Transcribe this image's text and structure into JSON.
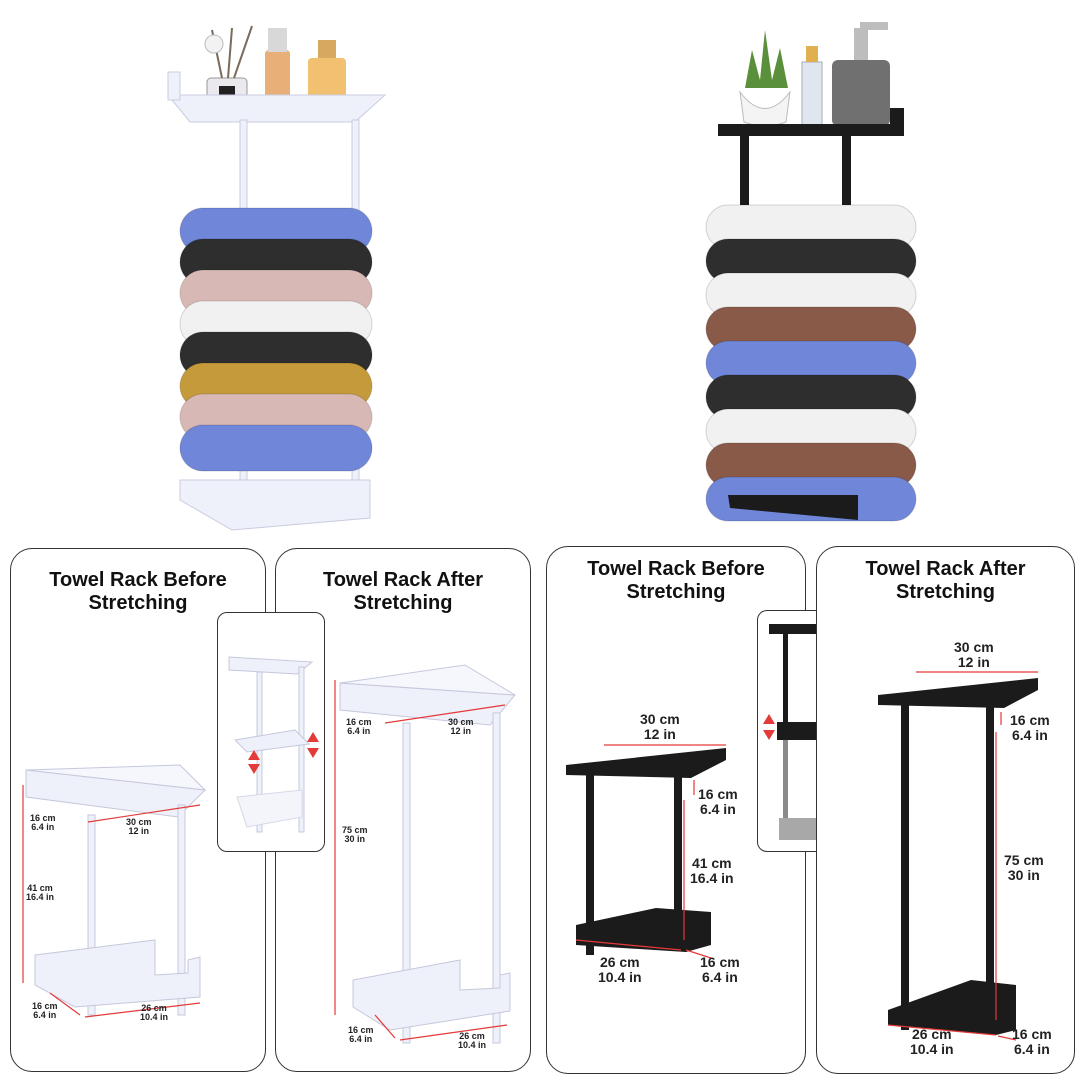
{
  "colors": {
    "red_line": "#e33a3a",
    "panel_border": "#333333",
    "white_rack": "#e8eaf5",
    "black_rack": "#1b1b1b",
    "towel_blue": "#6f86d9",
    "towel_black": "#2e2e2e",
    "towel_pink": "#d8b8b4",
    "towel_white": "#f1f1f1",
    "towel_mustard": "#c49a3a",
    "towel_brown": "#8a5a48"
  },
  "panels": {
    "white_before_title": "Towel Rack Before\nStretching",
    "white_after_title": "Towel Rack After\nStretching",
    "black_before_title": "Towel Rack Before\nStretching",
    "black_after_title": "Towel Rack After\nStretching"
  },
  "dims": {
    "white_before": {
      "depth_top": "16 cm\n6.4 in",
      "width_top": "30 cm\n12 in",
      "height": "41 cm\n16.4 in",
      "depth_bottom": "16 cm\n6.4 in",
      "width_bottom": "26 cm\n10.4 in"
    },
    "white_after": {
      "depth_top": "16 cm\n6.4 in",
      "width_top": "30 cm\n12 in",
      "height": "75 cm\n30 in",
      "depth_bottom": "16 cm\n6.4 in",
      "width_bottom": "26 cm\n10.4 in"
    },
    "black_before": {
      "width_top": "30 cm\n12 in",
      "depth_top": "16 cm\n6.4 in",
      "height": "41 cm\n16.4 in",
      "width_bottom": "26 cm\n10.4 in",
      "depth_bottom": "16 cm\n6.4 in"
    },
    "black_after": {
      "width_top": "30 cm\n12 in",
      "depth_top": "16 cm\n6.4 in",
      "height": "75 cm\n30 in",
      "width_bottom": "26 cm\n10.4 in",
      "depth_bottom": "16 cm\n6.4 in"
    }
  }
}
